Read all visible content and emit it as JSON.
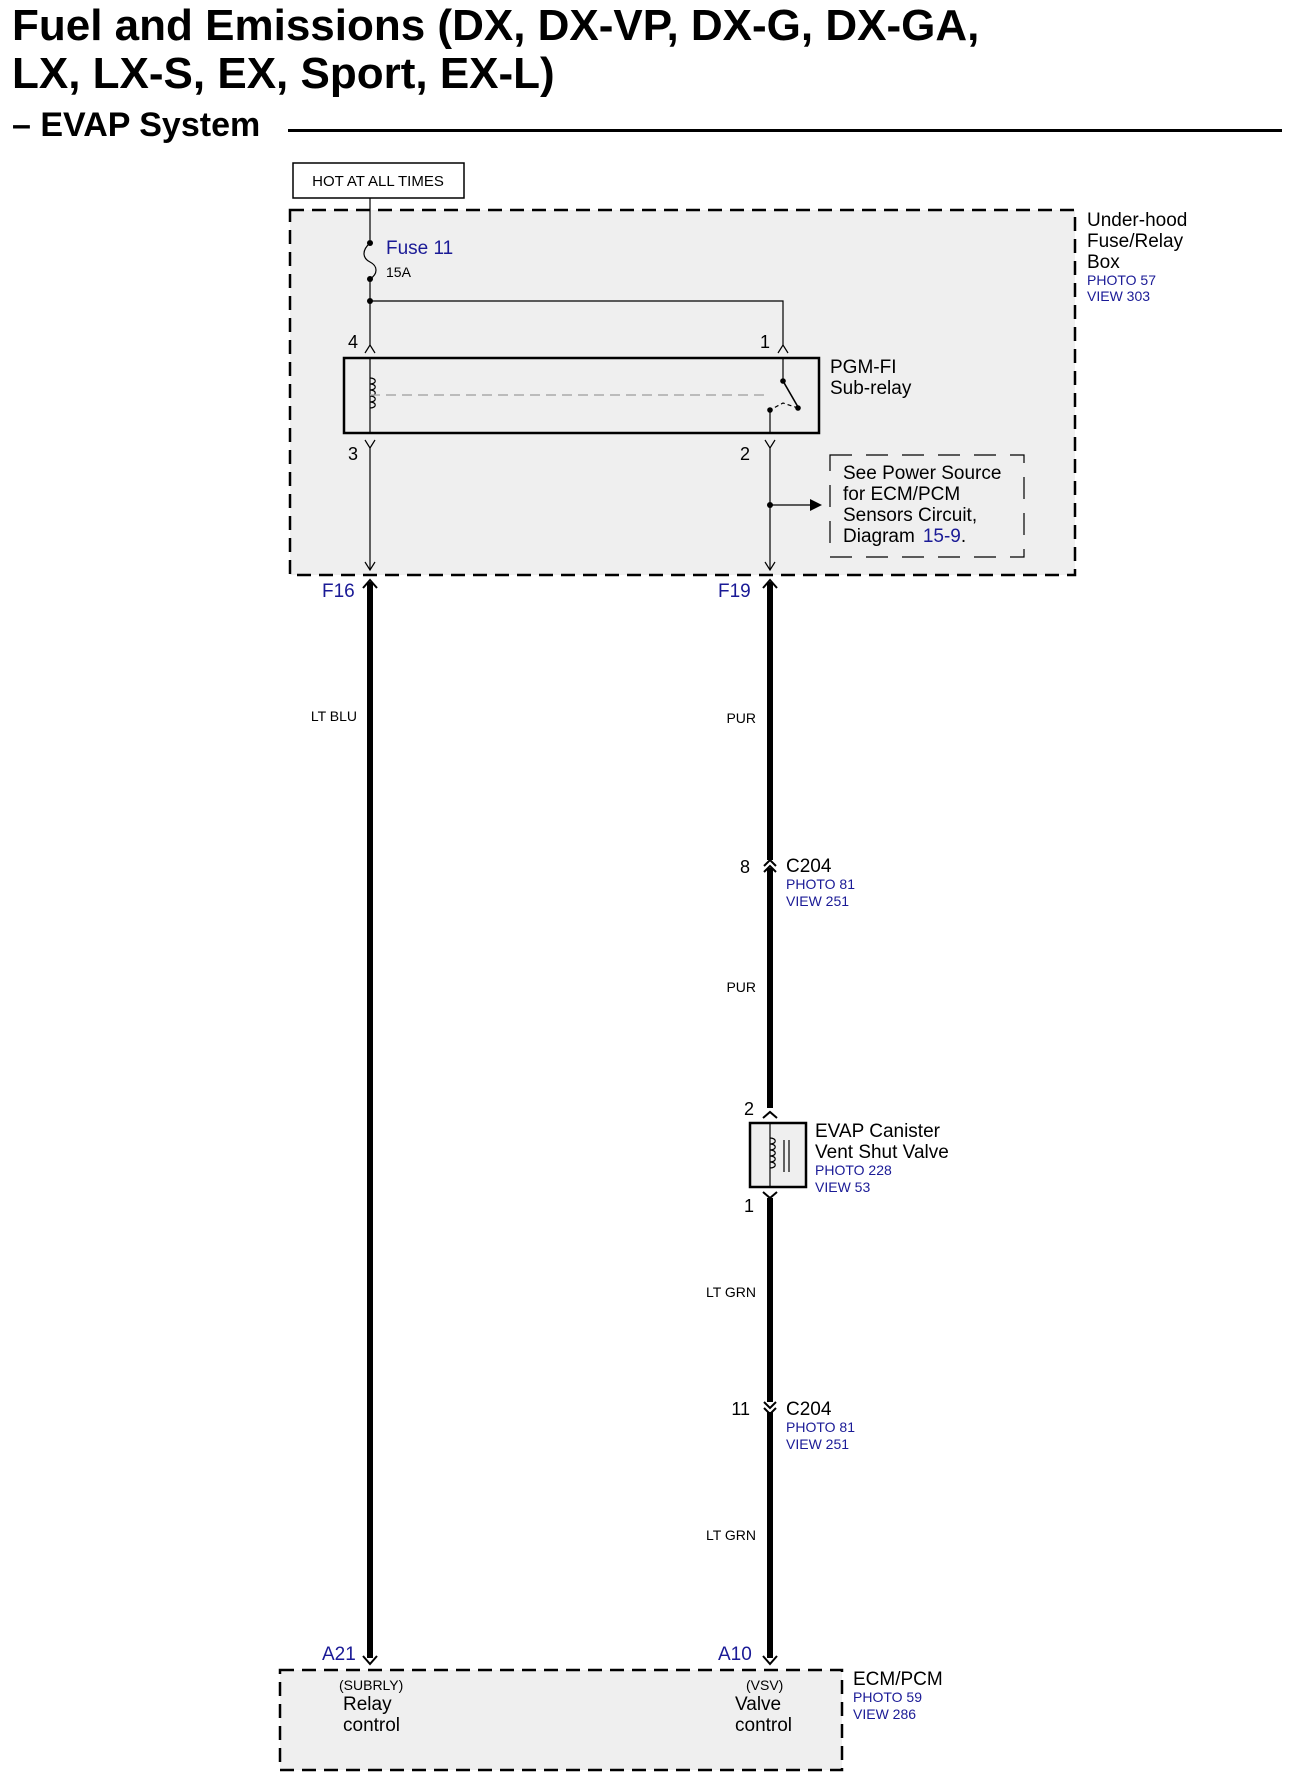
{
  "page": {
    "title_line1": "Fuel and Emissions (DX, DX-VP, DX-G, DX-GA,",
    "title_line2": "LX, LX-S, EX, Sport, EX-L)",
    "subtitle": "– EVAP System"
  },
  "colors": {
    "link": "#1a1a96",
    "box_fill": "#efefef",
    "ink": "#000000"
  },
  "power": {
    "label": "HOT AT ALL TIMES"
  },
  "fuse_relay_box": {
    "name_line1": "Under-hood",
    "name_line2": "Fuse/Relay",
    "name_line3": "Box",
    "photo": "PHOTO 57",
    "view": "VIEW 303"
  },
  "fuse": {
    "name": "Fuse 11",
    "rating": "15A"
  },
  "relay": {
    "name_line1": "PGM-FI",
    "name_line2": "Sub-relay",
    "pins": {
      "p4": "4",
      "p1": "1",
      "p3": "3",
      "p2": "2"
    }
  },
  "note": {
    "line1": "See Power Source",
    "line2": "for ECM/PCM",
    "line3": "Sensors Circuit,",
    "line4_prefix": "Diagram",
    "diagram_ref": "15-9",
    "suffix": "."
  },
  "terminals": {
    "left_top": "F16",
    "right_top": "F19",
    "left_bottom": "A21",
    "right_bottom": "A10"
  },
  "wires": {
    "left": "LT BLU",
    "right_1": "PUR",
    "right_2": "PUR",
    "right_3": "LT GRN",
    "right_4": "LT GRN"
  },
  "connector_1": {
    "pin": "8",
    "name": "C204",
    "photo": "PHOTO 81",
    "view": "VIEW 251"
  },
  "connector_2": {
    "pin": "11",
    "name": "C204",
    "photo": "PHOTO 81",
    "view": "VIEW 251"
  },
  "valve": {
    "pin_top": "2",
    "pin_bottom": "1",
    "name_line1": "EVAP Canister",
    "name_line2": "Vent Shut Valve",
    "photo": "PHOTO 228",
    "view": "VIEW 53"
  },
  "ecm": {
    "name": "ECM/PCM",
    "photo": "PHOTO 59",
    "view": "VIEW 286",
    "left_code": "(SUBRLY)",
    "left_line1": "Relay",
    "left_line2": "control",
    "right_code": "(VSV)",
    "right_line1": "Valve",
    "right_line2": "control"
  }
}
